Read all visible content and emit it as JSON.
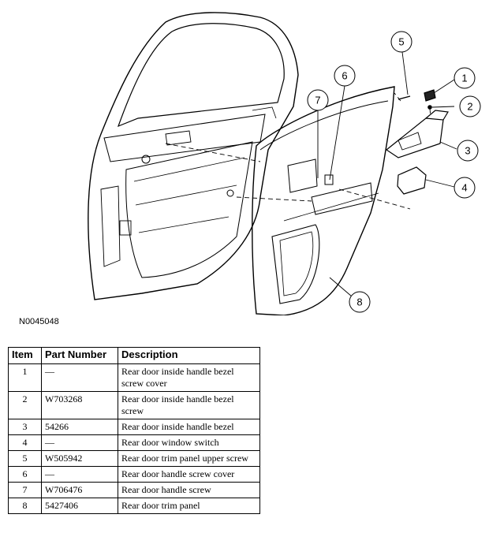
{
  "figure_id": "N0045048",
  "callouts": [
    "1",
    "2",
    "3",
    "4",
    "5",
    "6",
    "7",
    "8"
  ],
  "table": {
    "headers": [
      "Item",
      "Part Number",
      "Description"
    ],
    "rows": [
      {
        "item": "1",
        "part": "—",
        "desc": "Rear door inside handle bezel screw cover"
      },
      {
        "item": "2",
        "part": "W703268",
        "desc": "Rear door inside handle bezel screw"
      },
      {
        "item": "3",
        "part": "54266",
        "desc": "Rear door inside handle bezel"
      },
      {
        "item": "4",
        "part": "—",
        "desc": "Rear door window switch"
      },
      {
        "item": "5",
        "part": "W505942",
        "desc": "Rear door trim panel upper screw"
      },
      {
        "item": "6",
        "part": "—",
        "desc": "Rear door handle screw cover"
      },
      {
        "item": "7",
        "part": "W706476",
        "desc": "Rear door handle screw"
      },
      {
        "item": "8",
        "part": "5427406",
        "desc": "Rear door trim panel"
      }
    ]
  }
}
